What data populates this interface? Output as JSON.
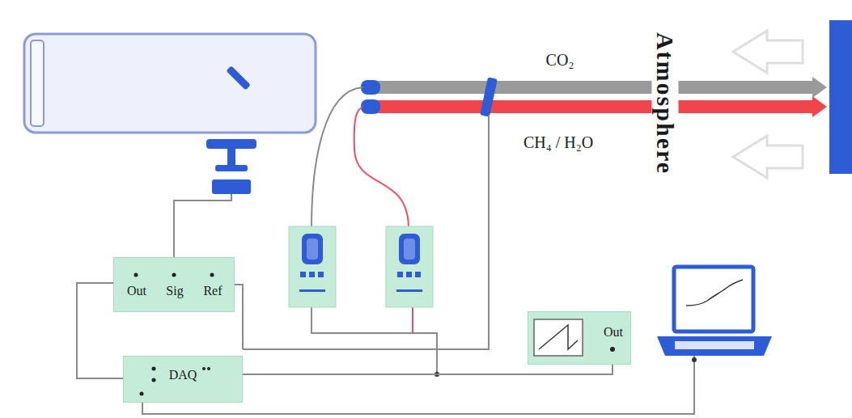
{
  "diagram": {
    "nodes": [
      {
        "text": [
          "Out",
          "Sig",
          "Ref"
        ]
      },
      {
        "text": [
          "DAQ"
        ]
      },
      {
        "text": [
          "Out"
        ]
      }
    ],
    "edges": [
      {
        "from": 0,
        "to": 1,
        "arrow": "none"
      },
      {
        "from": 2,
        "to": 1,
        "arrow": "none"
      }
    ],
    "labels": [
      "CO₂",
      "CH₄ / H₂O",
      "Atmosphere"
    ]
  }
}
